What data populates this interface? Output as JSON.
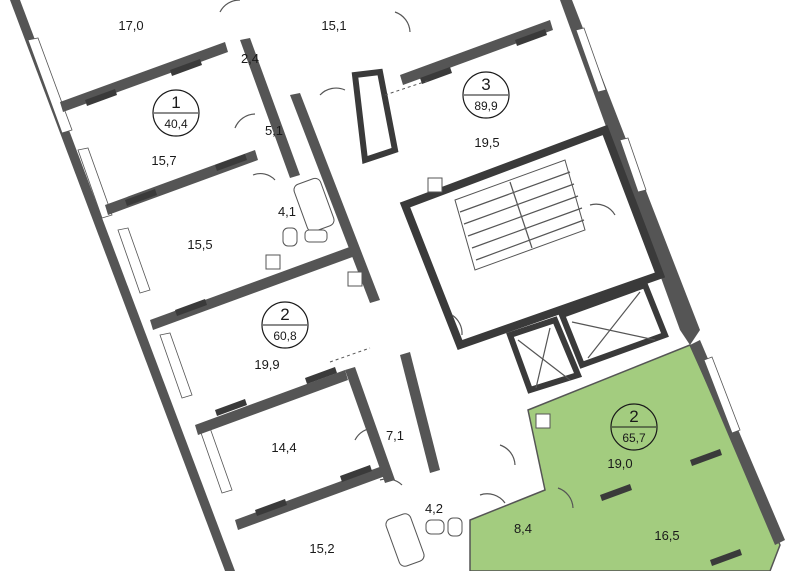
{
  "apartments": [
    {
      "number": "1",
      "area": "40,4"
    },
    {
      "number": "2",
      "area": "60,8"
    },
    {
      "number": "3",
      "area": "89,9"
    },
    {
      "number": "2",
      "area": "65,7",
      "highlighted": true
    }
  ],
  "rooms": {
    "r17_0": "17,0",
    "r15_1": "15,1",
    "r2_4": "2,4",
    "r5_1": "5,1",
    "r15_7": "15,7",
    "r4_1": "4,1",
    "r15_5": "15,5",
    "r19_5": "19,5",
    "r19_9": "19,9",
    "r14_4": "14,4",
    "r7_1": "7,1",
    "r4_2": "4,2",
    "r15_2": "15,2",
    "r19_0": "19,0",
    "r8_4": "8,4",
    "r16_5": "16,5"
  },
  "colors": {
    "highlight": "#a3cc7f",
    "wall": "#555555",
    "background": "#ffffff"
  }
}
